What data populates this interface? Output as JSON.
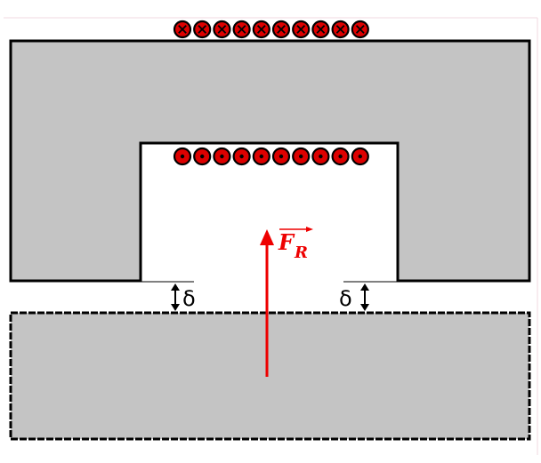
{
  "labels": {
    "gap_left": "δ",
    "gap_right": "δ",
    "force_main": "F",
    "force_sub": "R"
  },
  "colors": {
    "iron_fill": "#c4c4c4",
    "outline": "#000000",
    "force_arrow": "#ee0000",
    "conductor_fill": "#dd0000"
  },
  "coil": {
    "outer_conductors_direction": "into-page",
    "inner_conductors_direction": "out-of-page",
    "outer_count": 10,
    "inner_count": 10
  }
}
